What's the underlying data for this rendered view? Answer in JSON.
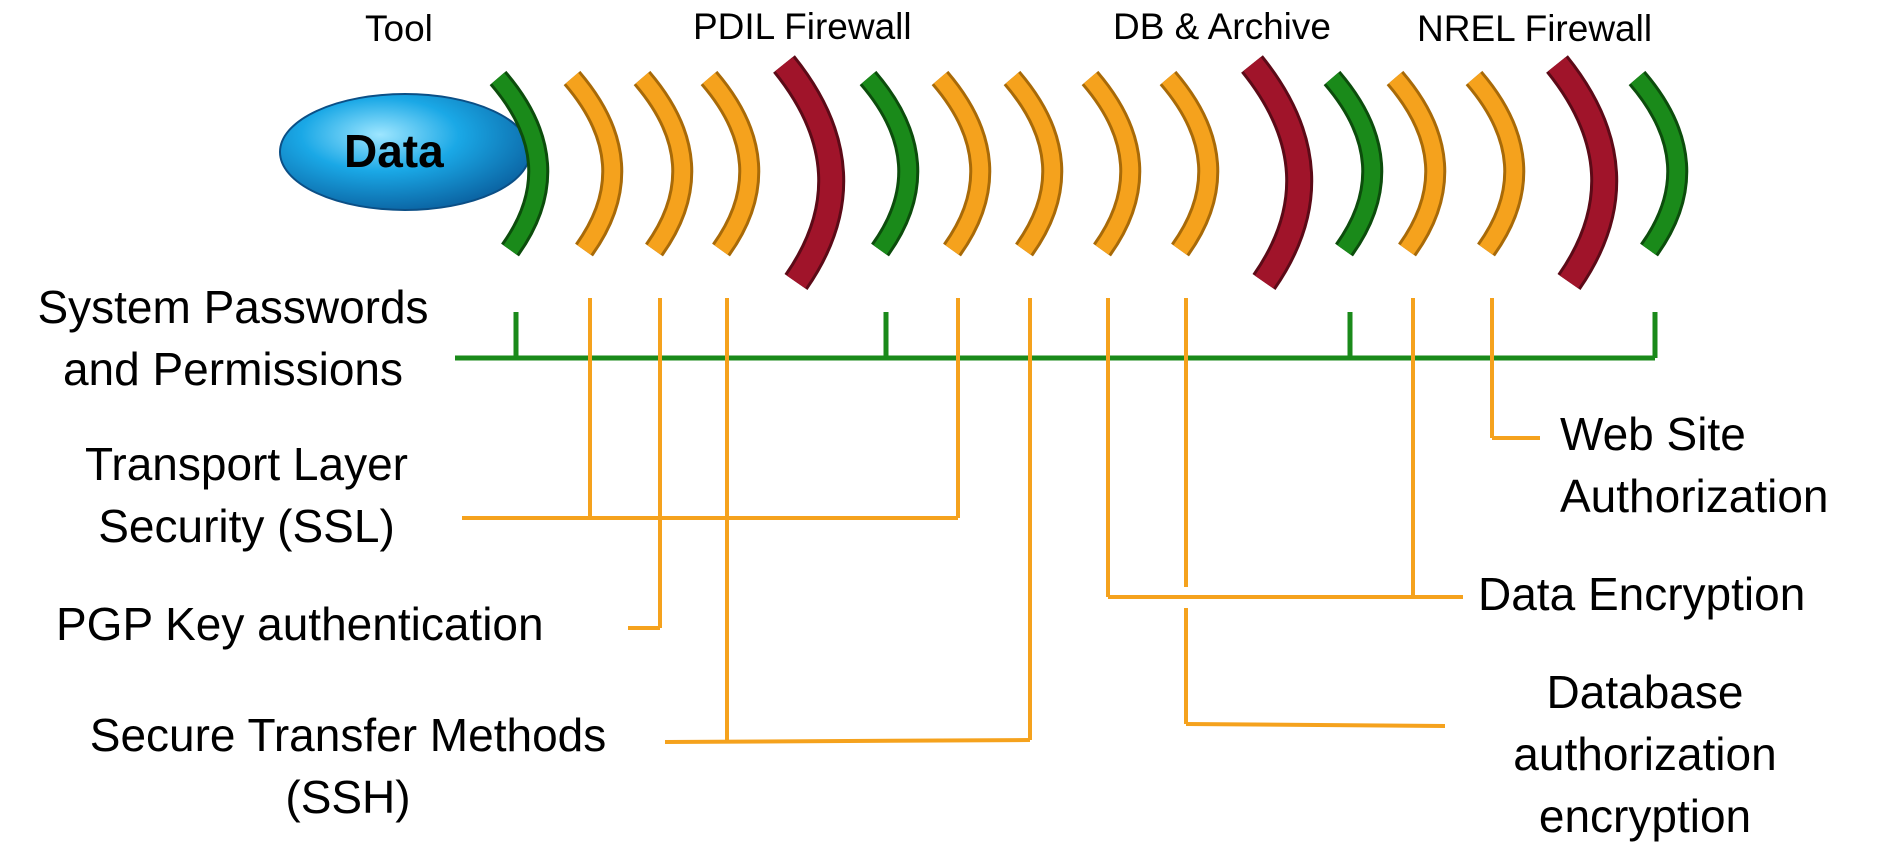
{
  "colors": {
    "green": "#1a8a1a",
    "orange": "#f5a21d",
    "red": "#a0142a",
    "data_blue": "#1aa8e6"
  },
  "data_pill": {
    "label": "Data"
  },
  "top_labels": {
    "tool": "Tool",
    "pdil_firewall": "PDIL Firewall",
    "db_archive": "DB & Archive",
    "nrel_firewall": "NREL Firewall"
  },
  "layers": [
    "green",
    "orange",
    "orange",
    "orange",
    "red",
    "green",
    "orange",
    "orange",
    "orange",
    "orange",
    "red",
    "green",
    "orange",
    "orange",
    "red",
    "green"
  ],
  "labels": {
    "system_passwords": "System Passwords\nand Permissions",
    "transport_layer": "Transport Layer\nSecurity (SSL)",
    "pgp_key": "PGP Key authentication",
    "secure_transfer": "Secure Transfer Methods\n(SSH)",
    "web_site": "Web Site\nAuthorization",
    "data_encryption": "Data Encryption",
    "database_auth": "Database\nauthorization\nencryption"
  }
}
